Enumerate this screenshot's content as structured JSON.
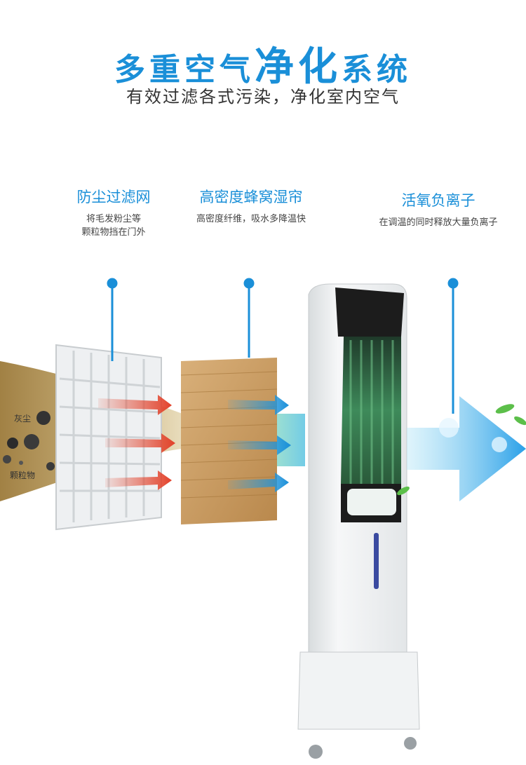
{
  "header": {
    "title_part1": "多重空气",
    "title_part2": "净化",
    "title_part3": "系统",
    "subtitle": "有效过滤各式污染，净化室内空气"
  },
  "features": [
    {
      "title": "防尘过滤网",
      "desc_line1": "将毛发粉尘等",
      "desc_line2": "颗粒物挡在门外"
    },
    {
      "title": "高密度蜂窝湿帘",
      "desc_line1": "高密度纤维，吸水多降温快"
    },
    {
      "title": "活氧负离子",
      "desc_line1": "在调温的同时释放大量负离子"
    }
  ],
  "labels": {
    "dust": "灰尘",
    "particles": "颗粒物"
  },
  "colors": {
    "accent": "#1a8fd8",
    "dust": "#a7894a",
    "red_arrow": "#e2412a",
    "blue_arrow": "#2aa0e8",
    "green_panel": "#3a7a4e"
  }
}
